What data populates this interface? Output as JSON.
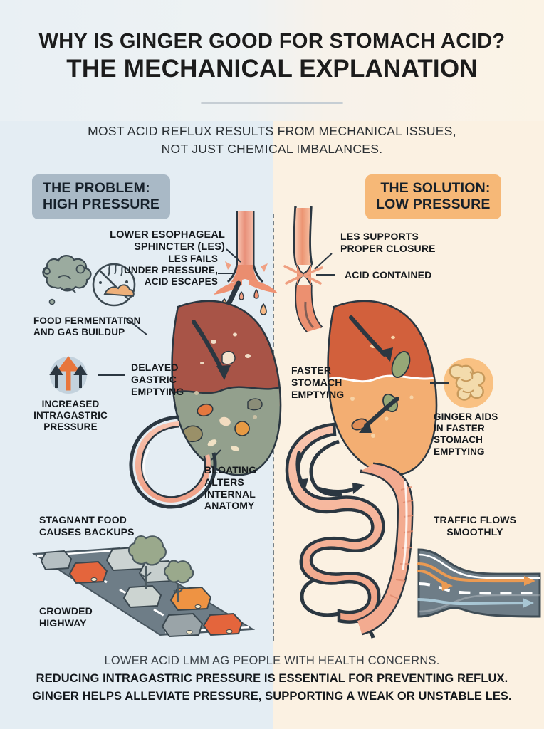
{
  "title": {
    "line1": "WHY IS GINGER GOOD FOR STOMACH ACID?",
    "line2": "THE MECHANICAL EXPLANATION"
  },
  "subtitle": {
    "line1": "MOST ACID REFLUX RESULTS FROM MECHANICAL ISSUES,",
    "line2": "NOT JUST CHEMICAL IMBALANCES."
  },
  "sections": {
    "problem": {
      "line1": "THE PROBLEM:",
      "line2": "HIGH PRESSURE"
    },
    "solution": {
      "line1": "THE SOLUTION:",
      "line2": "LOW PRESSURE"
    }
  },
  "left_labels": {
    "les": {
      "line1": "LOWER ESOPHAGEAL",
      "line2": "SPHINCTER (LES)"
    },
    "les_fails": {
      "line1": "LES FAILS",
      "line2": "UNDER PRESSURE,",
      "line3": "ACID ESCAPES"
    },
    "fermentation": {
      "line1": "FOOD FERMENTATION",
      "line2": "AND GAS BUILDUP"
    },
    "pressure": {
      "line1": "INCREASED",
      "line2": "INTRAGASTRIC",
      "line3": "PRESSURE"
    },
    "delayed": {
      "line1": "DELAYED",
      "line2": "GASTRIC",
      "line3": "EMPTYING"
    },
    "bloating": {
      "line1": "BLOATING",
      "line2": "ALTERS",
      "line3": "INTERNAL",
      "line4": "ANATOMY"
    },
    "stagnant": {
      "line1": "STAGNANT FOOD",
      "line2": "CAUSES BACKUPS"
    },
    "highway": {
      "line1": "CROWDED",
      "line2": "HIGHWAY"
    }
  },
  "right_labels": {
    "les_supports": {
      "line1": "LES SUPPORTS",
      "line2": "PROPER CLOSURE"
    },
    "acid_contained": {
      "line1": "ACID CONTAINED"
    },
    "faster": {
      "line1": "FASTER",
      "line2": "STOMACH",
      "line3": "EMPTYING"
    },
    "ginger_aids": {
      "line1": "GINGER AIDS",
      "line2": "IN FASTER",
      "line3": "STOMACH",
      "line4": "EMPTYING"
    },
    "traffic": {
      "line1": "TRAFFIC FLOWS",
      "line2": "SMOOTHLY"
    }
  },
  "footer": {
    "line1": "LOWER ACID LMM AG PEOPLE WITH HEALTH CONCERNS.",
    "line2": "REDUCING INTRAGASTRIC PRESSURE IS ESSENTIAL FOR PREVENTING REFLUX.",
    "line3": "GINGER HELPS ALLEVIATE PRESSURE, SUPPORTING A WEAK OR UNSTABLE LES."
  },
  "icons": {
    "gas_cloud": "gas-cloud-icon",
    "no_food": "no-fermented-food-icon",
    "pressure_arrows": "upward-pressure-arrows-icon",
    "ginger_root": "ginger-root-icon"
  },
  "colors": {
    "bg_left": "#e4edf3",
    "bg_right": "#fbf1e2",
    "badge_problem": "#a9b9c6",
    "badge_solution": "#f6b877",
    "organ_pink": "#f2a58c",
    "organ_pink_light": "#f7c0ac",
    "stomach_bad_upper": "#a85447",
    "stomach_bad_lower": "#93a08d",
    "stomach_good_upper": "#d2603c",
    "stomach_good_lower": "#f3ae72",
    "outline": "#2b3741",
    "road_grey": "#6c7b85",
    "accent_orange": "#e8954e",
    "accent_blue": "#a8c6d4",
    "text_dark": "#15191d"
  }
}
